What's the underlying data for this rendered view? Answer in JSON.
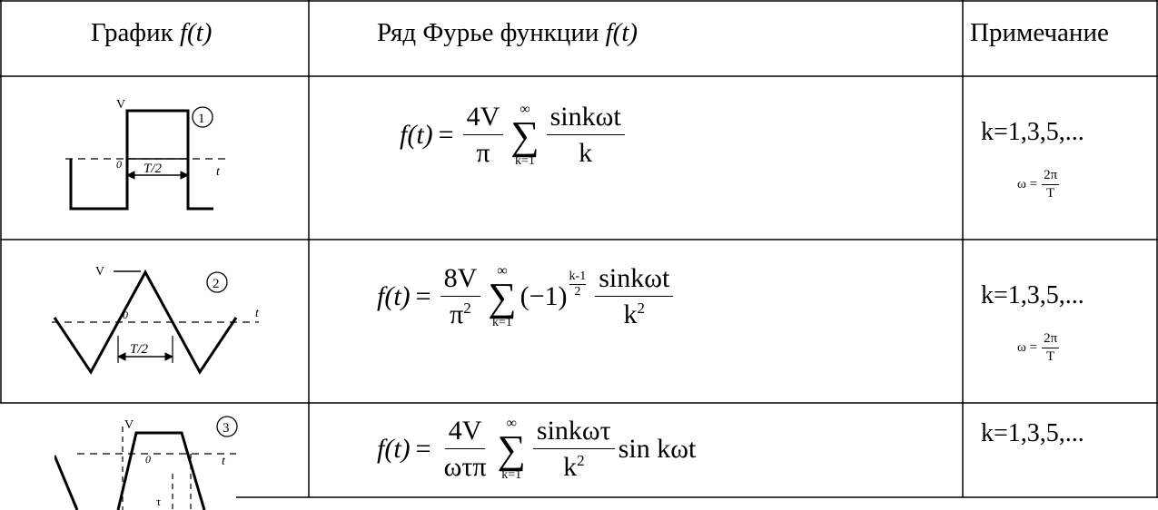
{
  "headers": {
    "graph_prefix": "График ",
    "graph_func": "f(t)",
    "series_prefix": "Ряд Фурье функции ",
    "series_func": "f(t)",
    "note": "Примечание"
  },
  "rows": [
    {
      "number": "1",
      "graph_labels": {
        "v": "V",
        "zero": "0",
        "half": "T/2",
        "t": "t"
      },
      "formula": {
        "lhs": "f(t)",
        "eq": "=",
        "coef_num": "4V",
        "coef_den": "π",
        "sum_up": "∞",
        "sum_lo": "k=1",
        "term_num": "sinkωt",
        "term_den": "k"
      },
      "note_k": "k=1,3,5,...",
      "omega": {
        "lhs": "ω =",
        "num": "2π",
        "den": "T"
      }
    },
    {
      "number": "2",
      "graph_labels": {
        "v": "V",
        "zero": "0",
        "half": "T/2",
        "t": "t"
      },
      "formula": {
        "lhs": "f(t)",
        "eq": "=",
        "coef_num": "8V",
        "coef_den": "π",
        "coef_den_exp": "2",
        "sum_up": "∞",
        "sum_lo": "k=1",
        "sign": "(−1)",
        "sign_exp_num": "k-1",
        "sign_exp_den": "2",
        "term_num": "sinkωt",
        "term_den": "k",
        "term_den_exp": "2"
      },
      "note_k": "k=1,3,5,...",
      "omega": {
        "lhs": "ω =",
        "num": "2π",
        "den": "T"
      }
    },
    {
      "number": "3",
      "graph_labels": {
        "v": "V",
        "zero": "0",
        "tau": "τ",
        "t": "t"
      },
      "formula": {
        "lhs": "f(t)",
        "eq": "=",
        "coef_num": "4V",
        "coef_den": "ωτπ",
        "sum_up": "∞",
        "sum_lo": "k=1",
        "term_num": "sinkωτ",
        "term_den": "k",
        "term_den_exp": "2",
        "tail": "sin kωt"
      },
      "note_k": "k=1,3,5,..."
    }
  ]
}
